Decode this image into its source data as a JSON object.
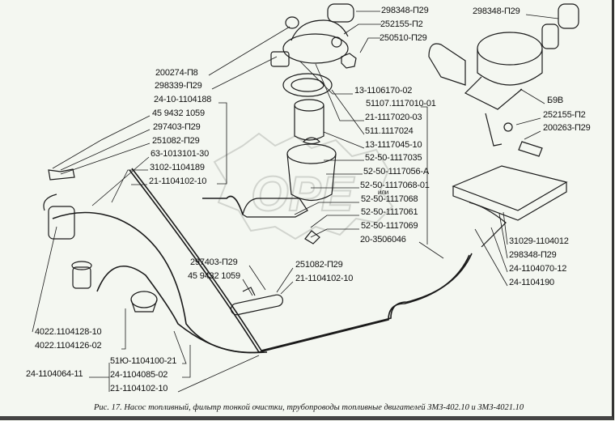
{
  "figure": {
    "caption": "Рис. 17. Насос топливный, фильтр тонкой очистки, трубопроводы топливные двигателей ЗМЗ-402.10 и ЗМЗ-4021.10",
    "watermark": "ОРЕ",
    "line_color": "#1a1a1a",
    "background": "#f4f7f1",
    "labels": [
      "298348-П29",
      "252155-П2",
      "250510-П29",
      "200274-П8",
      "298339-П29",
      "24-10-1104188",
      "45 9432 1059",
      "297403-П29",
      "251082-П29",
      "63-1013101-30",
      "3102-1104189",
      "21-1104102-10",
      "13-1106170-02",
      "51107.1117010-01",
      "21-1117020-03",
      "511.1117024",
      "13-1117045-10",
      "52-50-1117035",
      "52-50-1117056-А",
      "52-50-1117068-01",
      "или",
      "52-50-1117068",
      "52-50-1117061",
      "52-50-1117069",
      "20-3506046",
      "298348-П29",
      "Б9В",
      "252155-П2",
      "200263-П29",
      "31029-1104012",
      "298348-П29",
      "24-1104070-12",
      "24-1104190",
      "297403-П29",
      "45 9432 1059",
      "251082-П29",
      "21-1104102-10",
      "4022.1104128-10",
      "4022.1104126-02",
      "51Ю-1104100-21",
      "24-1104085-02",
      "21-1104102-10",
      "24-1104064-11"
    ]
  }
}
